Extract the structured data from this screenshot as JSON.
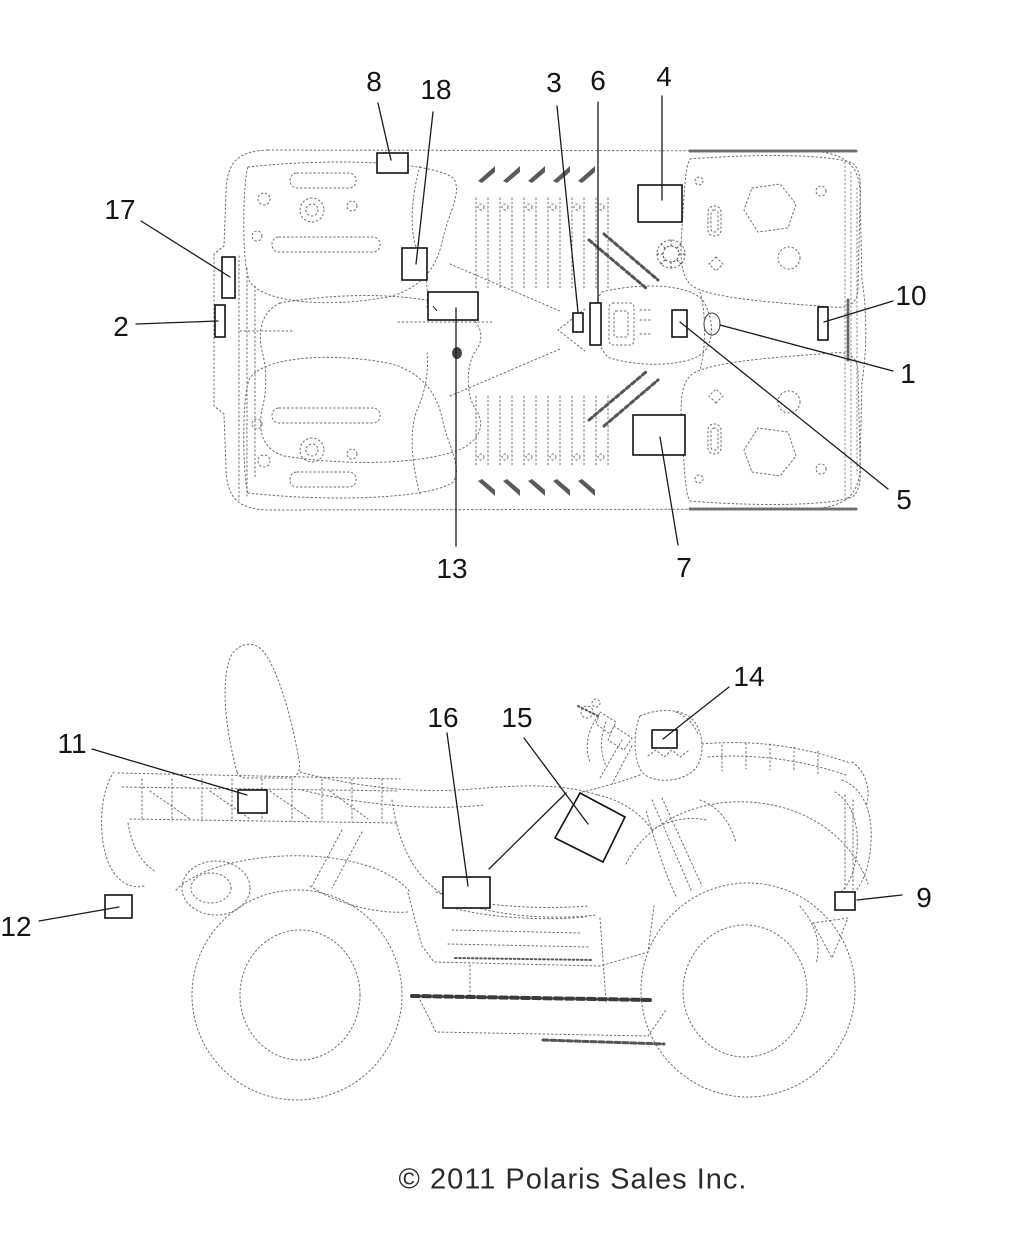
{
  "diagram": {
    "description": "ATV decal location diagram, top view and side view",
    "callouts": [
      {
        "label": "1"
      },
      {
        "label": "2"
      },
      {
        "label": "3"
      },
      {
        "label": "4"
      },
      {
        "label": "5"
      },
      {
        "label": "6"
      },
      {
        "label": "7"
      },
      {
        "label": "8"
      },
      {
        "label": "9"
      },
      {
        "label": "10"
      },
      {
        "label": "11"
      },
      {
        "label": "12"
      },
      {
        "label": "13"
      },
      {
        "label": "14"
      },
      {
        "label": "15"
      },
      {
        "label": "16"
      },
      {
        "label": "17"
      },
      {
        "label": "18"
      }
    ]
  },
  "footer": {
    "copyright": "© 2011 Polaris Sales Inc."
  },
  "colors": {
    "background": "#ffffff",
    "line_art": "#6e6e6e",
    "dark_art": "#4a4a4a",
    "callout_lines": "#1a1a1a",
    "text": "#141414"
  }
}
